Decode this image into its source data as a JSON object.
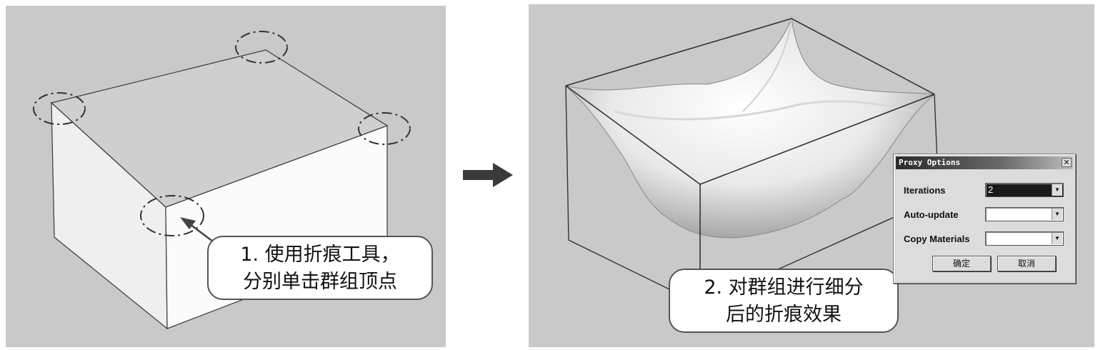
{
  "callouts": {
    "step1_line1": "1. 使用折痕工具，",
    "step1_line2": "分别单击群组顶点",
    "step2_line1": "2. 对群组进行细分",
    "step2_line2": "后的折痕效果"
  },
  "dialog": {
    "title": "Proxy Options",
    "close_glyph": "✕",
    "fields": [
      {
        "label": "Iterations",
        "value": "2"
      },
      {
        "label": "Auto-update",
        "value": ""
      },
      {
        "label": "Copy Materials",
        "value": ""
      }
    ],
    "ok_label": "确定",
    "cancel_label": "取消"
  },
  "icons": {
    "dropdown": "chevron-down-icon",
    "arrow": "right-arrow-icon",
    "close": "close-icon"
  },
  "colors": {
    "viewport_bg": "#c9c9c9",
    "edge": "#333333",
    "dialog_bg": "#dcdcdc"
  }
}
